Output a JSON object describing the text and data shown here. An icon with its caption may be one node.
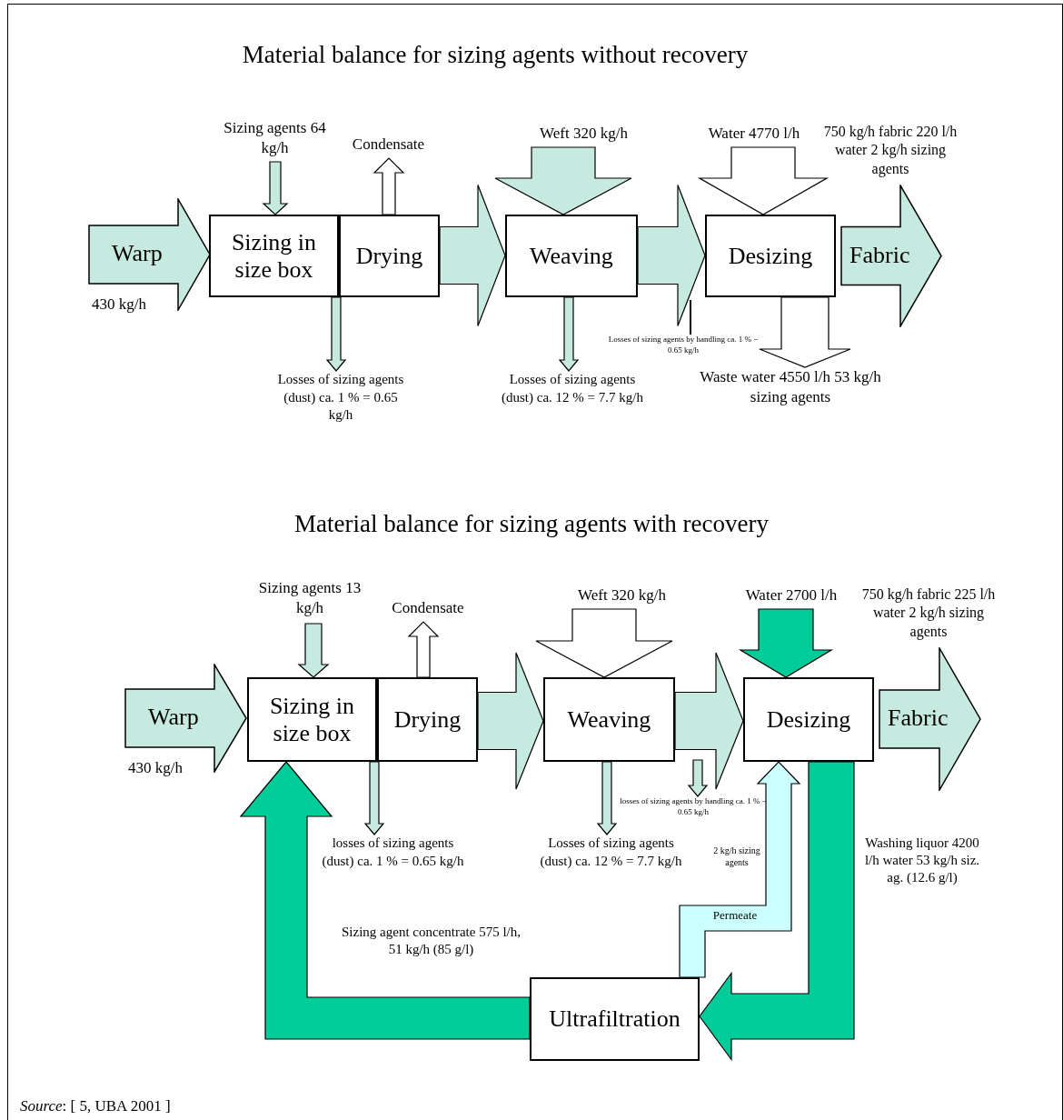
{
  "diagram": {
    "nodes": [
      {
        "text": [
          "Warp"
        ],
        "beside": [
          "430 kg/h"
        ]
      },
      {
        "text": [
          "Sizing in size box"
        ]
      },
      {
        "text": [
          "Drying"
        ]
      },
      {
        "text": [
          "Weaving"
        ]
      },
      {
        "text": [
          "Desizing"
        ]
      },
      {
        "text": [
          "Fabric"
        ],
        "beside": [
          "750 kg/h fabric 220 l/h water 2 kg/h sizing agents"
        ]
      },
      {
        "text": [
          "Sizing agents 64 kg/h"
        ]
      },
      {
        "text": [
          "Condensate"
        ]
      },
      {
        "text": [
          "Weft 320 kg/h"
        ]
      },
      {
        "text": [
          "Water 4770 l/h"
        ]
      },
      {
        "text": [
          "Losses of sizing agents (dust) ca. 1 % = 0.65 kg/h"
        ]
      },
      {
        "text": [
          "Losses of sizing agents (dust) ca. 12 % = 7.7 kg/h"
        ]
      },
      {
        "text": [
          "Losses of sizing agents by handling ca. 1 % − 0.65 kg/h"
        ]
      },
      {
        "text": [
          "Waste water 4550 l/h 53 kg/h sizing agents"
        ]
      },
      {
        "text": [
          "Warp"
        ],
        "beside": [
          "430 kg/h"
        ]
      },
      {
        "text": [
          "Sizing in size box"
        ]
      },
      {
        "text": [
          "Drying"
        ]
      },
      {
        "text": [
          "Weaving"
        ]
      },
      {
        "text": [
          "Desizing"
        ]
      },
      {
        "text": [
          "Fabric"
        ],
        "beside": [
          "750 kg/h fabric 225 l/h water 2 kg/h sizing agents"
        ]
      },
      {
        "text": [
          "Sizing agents 13 kg/h"
        ]
      },
      {
        "text": [
          "Condensate"
        ]
      },
      {
        "text": [
          "Weft 320 kg/h"
        ]
      },
      {
        "text": [
          "Water 2700 l/h"
        ]
      },
      {
        "text": [
          "losses of sizing agents (dust) ca. 1 % = 0.65 kg/h"
        ]
      },
      {
        "text": [
          "Losses of sizing agents (dust) ca. 12 % = 7.7 kg/h"
        ]
      },
      {
        "text": [
          "losses of sizing agents by handling ca. 1 % − 0.65 kg/h"
        ]
      },
      {
        "text": [
          "Ultrafiltration"
        ]
      }
    ],
    "edges": [
      {
        "from": 6,
        "to": 1,
        "arrow": "to",
        "color": "#c6eadf"
      },
      {
        "from": 2,
        "to": 7,
        "arrow": "to"
      },
      {
        "from": 8,
        "to": 3,
        "arrow": "to",
        "color": "#c6eadf"
      },
      {
        "from": 9,
        "to": 4,
        "arrow": "to"
      },
      {
        "from": 2,
        "to": 3,
        "arrow": "to",
        "color": "#c6eadf"
      },
      {
        "from": 3,
        "to": 4,
        "arrow": "to",
        "color": "#c6eadf"
      },
      {
        "from": 1,
        "to": 10,
        "arrow": "to",
        "color": "#c6eadf"
      },
      {
        "from": 3,
        "to": 11,
        "arrow": "to",
        "color": "#c6eadf"
      },
      {
        "from": 12,
        "to": null,
        "arrow": "none"
      },
      {
        "from": 4,
        "to": 13,
        "arrow": "to"
      },
      {
        "from": 20,
        "to": 15,
        "arrow": "to",
        "color": "#c6eadf"
      },
      {
        "from": 16,
        "to": 21,
        "arrow": "to"
      },
      {
        "from": 22,
        "to": 17,
        "arrow": "to"
      },
      {
        "from": 23,
        "to": 18,
        "arrow": "to",
        "color": "#00cc99"
      },
      {
        "from": 16,
        "to": 17,
        "arrow": "to",
        "color": "#c6eadf"
      },
      {
        "from": 17,
        "to": 18,
        "arrow": "to",
        "color": "#c6eadf"
      },
      {
        "from": 15,
        "to": 24,
        "arrow": "to",
        "color": "#c6eadf"
      },
      {
        "from": 17,
        "to": 25,
        "arrow": "to",
        "color": "#c6eadf"
      },
      {
        "from": null,
        "to": 26,
        "arrow": "to",
        "color": "#c6eadf"
      },
      {
        "from": 18,
        "to": 27,
        "arrow": "to",
        "color": "#00cc99"
      },
      {
        "from": 27,
        "to": 15,
        "arrow": "to",
        "color": "#00cc99",
        "label": "Sizing agent concentrate 575 l/h, 51 kg/h (85 g/l)"
      },
      {
        "from": 27,
        "to": 18,
        "arrow": "to",
        "color": "#ccffff"
      }
    ],
    "labels": [
      "Material balance for sizing agents without recovery",
      "Material balance for sizing agents with recovery",
      "2 kg/h sizing agents",
      "Permeate",
      "Washing liquor 4200 l/h water 53 kg/h siz. ag. (12.6 g/l)",
      "*Source*: [ 5, UBA 2001 ]"
    ]
  }
}
